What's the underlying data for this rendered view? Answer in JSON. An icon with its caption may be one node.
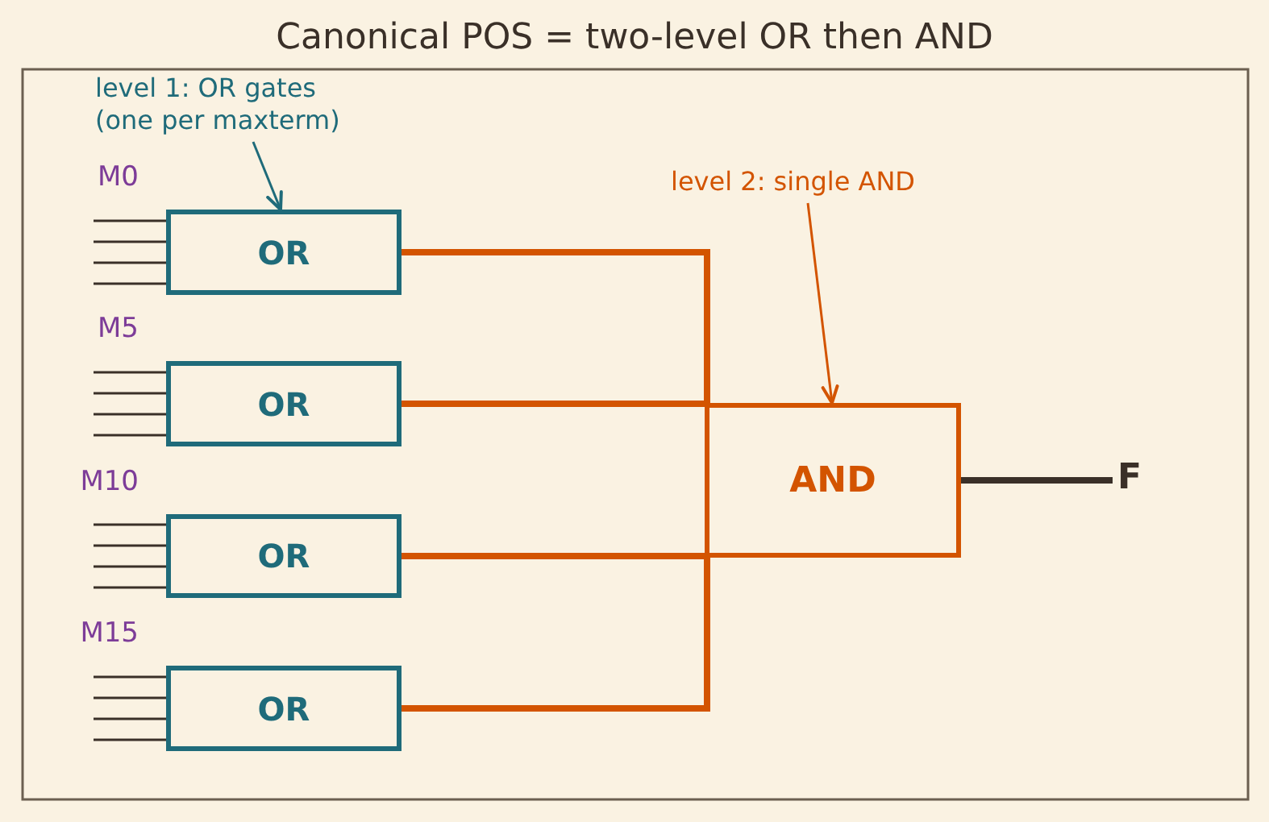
{
  "diagram": {
    "title": "Canonical POS = two-level OR then AND",
    "nodes": [
      {
        "text": [
          "level 1: OR gates (one per maxterm)"
        ]
      },
      {
        "text": [
          "OR"
        ],
        "beside": [
          "M0"
        ]
      },
      {
        "text": [
          "OR"
        ],
        "beside": [
          "M5"
        ]
      },
      {
        "text": [
          "OR"
        ],
        "beside": [
          "M10"
        ]
      },
      {
        "text": [
          "OR"
        ],
        "beside": [
          "M15"
        ]
      },
      {
        "text": [
          "level 2: single AND"
        ]
      },
      {
        "text": [
          "AND"
        ]
      },
      {
        "text": [
          "F"
        ]
      }
    ],
    "edges": [
      {
        "from": 0,
        "to": 1,
        "arrow": "to",
        "color": "#1f6b7a"
      },
      {
        "from": null,
        "to": 1,
        "arrow": "none"
      },
      {
        "from": null,
        "to": 1,
        "arrow": "none"
      },
      {
        "from": null,
        "to": 1,
        "arrow": "none"
      },
      {
        "from": null,
        "to": 1,
        "arrow": "none"
      },
      {
        "from": null,
        "to": 2,
        "arrow": "none"
      },
      {
        "from": null,
        "to": 2,
        "arrow": "none"
      },
      {
        "from": null,
        "to": 2,
        "arrow": "none"
      },
      {
        "from": null,
        "to": 2,
        "arrow": "none"
      },
      {
        "from": null,
        "to": 3,
        "arrow": "none"
      },
      {
        "from": null,
        "to": 3,
        "arrow": "none"
      },
      {
        "from": null,
        "to": 3,
        "arrow": "none"
      },
      {
        "from": null,
        "to": 3,
        "arrow": "none"
      },
      {
        "from": null,
        "to": 4,
        "arrow": "none"
      },
      {
        "from": null,
        "to": 4,
        "arrow": "none"
      },
      {
        "from": null,
        "to": 4,
        "arrow": "none"
      },
      {
        "from": null,
        "to": 4,
        "arrow": "none"
      },
      {
        "from": 1,
        "to": 6,
        "arrow": "none",
        "style": "thick",
        "color": "#d35400"
      },
      {
        "from": 2,
        "to": 6,
        "arrow": "none",
        "style": "thick",
        "color": "#d35400"
      },
      {
        "from": 3,
        "to": 6,
        "arrow": "none",
        "style": "thick",
        "color": "#d35400"
      },
      {
        "from": 4,
        "to": 6,
        "arrow": "none",
        "style": "thick",
        "color": "#d35400"
      },
      {
        "from": 5,
        "to": 6,
        "arrow": "to",
        "color": "#d35400"
      },
      {
        "from": 6,
        "to": 7,
        "arrow": "none",
        "style": "thick"
      }
    ]
  }
}
